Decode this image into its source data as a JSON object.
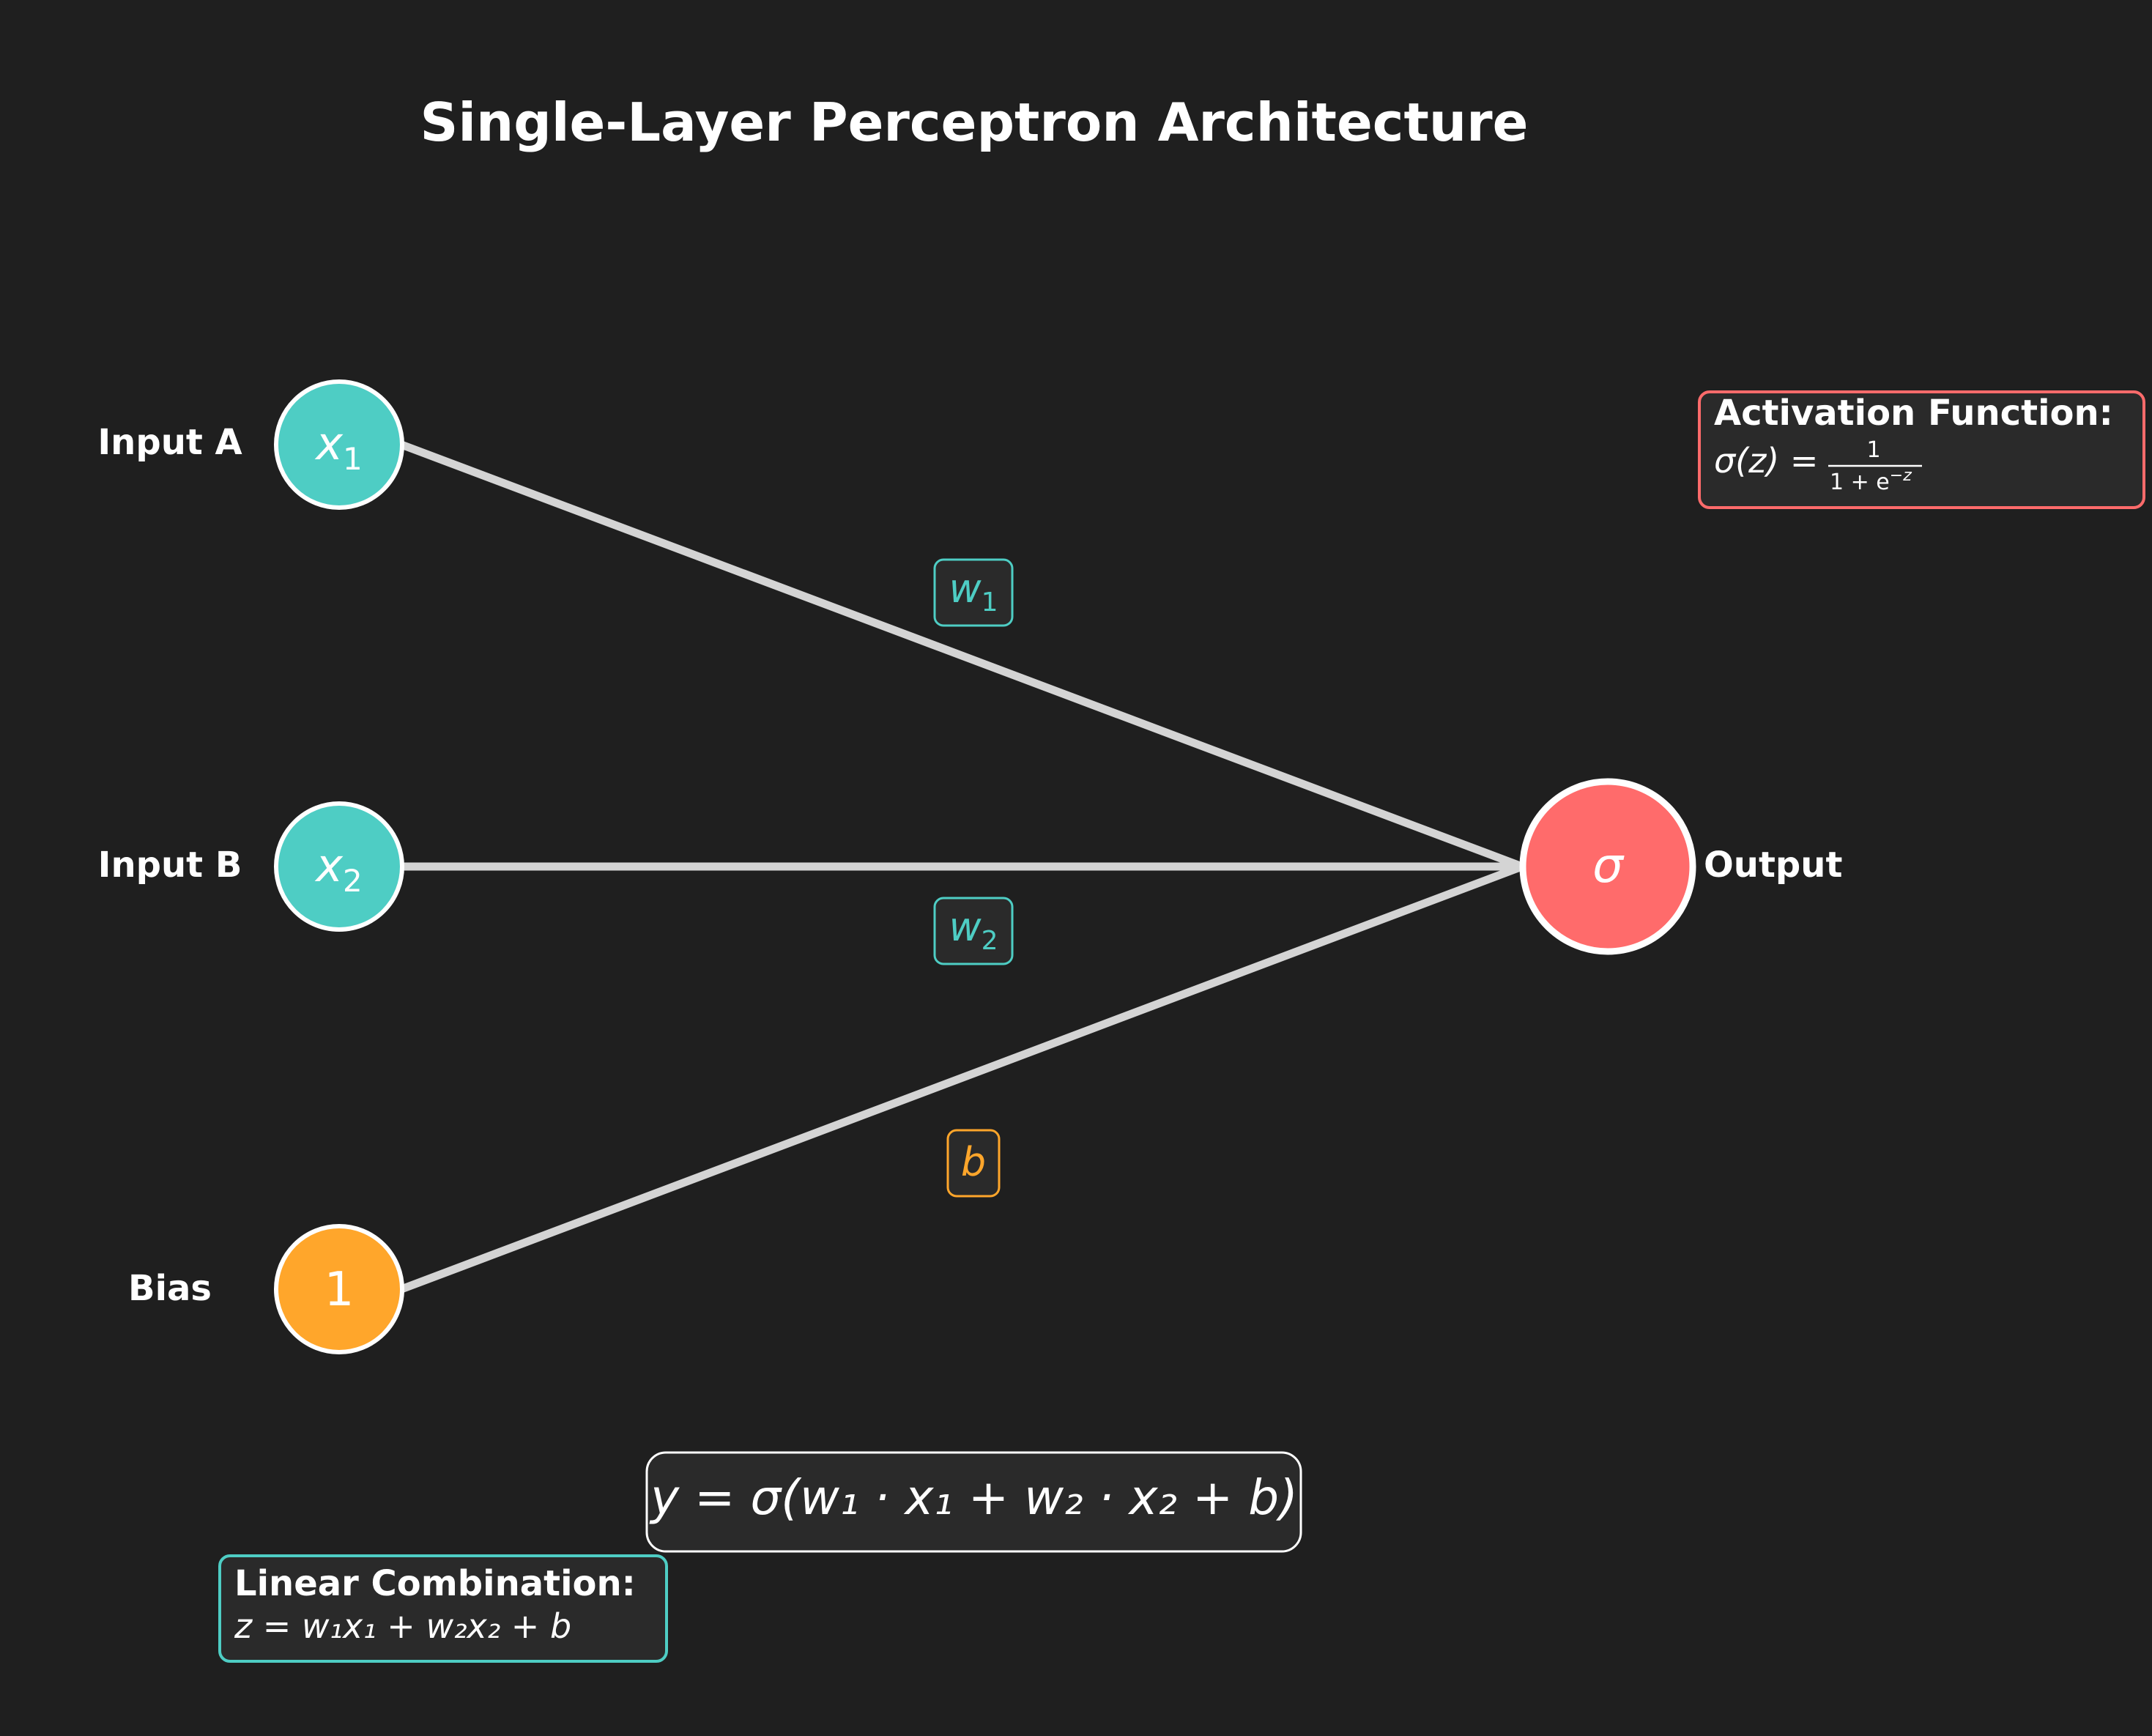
{
  "title": "Single-Layer Perceptron Architecture",
  "colors": {
    "background": "#1f1f1f",
    "input_node": "#4ecdc4",
    "bias_node": "#ffa62b",
    "output_node": "#ff6b6b",
    "edge": "#d4d4d4",
    "box_fill": "#2a2a2a",
    "text": "#ffffff"
  },
  "nodes": {
    "input_a": {
      "side_label": "Input A",
      "symbol": "x",
      "subscript": "1"
    },
    "input_b": {
      "side_label": "Input B",
      "symbol": "x",
      "subscript": "2"
    },
    "bias": {
      "side_label": "Bias",
      "symbol": "1"
    },
    "output": {
      "side_label": "Output",
      "symbol": "σ"
    }
  },
  "edge_labels": {
    "w1": {
      "symbol": "w",
      "subscript": "1"
    },
    "w2": {
      "symbol": "w",
      "subscript": "2"
    },
    "b": {
      "symbol": "b"
    }
  },
  "activation_box": {
    "heading": "Activation Function:",
    "formula_lhs": "σ(z) =",
    "numerator": "1",
    "denominator": "1 + e",
    "exponent": "−z"
  },
  "linear_box": {
    "heading": "Linear Combination:",
    "formula": "z = w₁x₁ + w₂x₂ + b"
  },
  "main_equation": "y = σ(w₁ · x₁ + w₂ · x₂ + b)"
}
